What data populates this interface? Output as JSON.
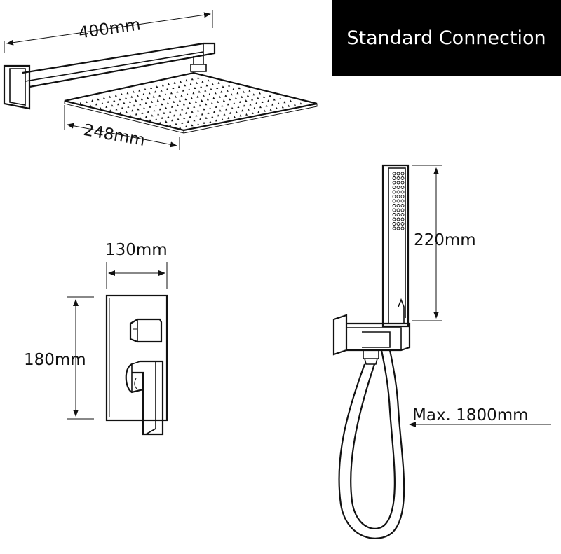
{
  "title": "Standard Connection",
  "dimensions": {
    "arm_length": "400mm",
    "head_width": "248mm",
    "plate_width": "130mm",
    "plate_height": "180mm",
    "handset_length": "220mm",
    "hose_length": "Max. 1800mm"
  },
  "colors": {
    "title_background": "#000000",
    "title_text": "#ffffff",
    "line": "#111111"
  }
}
